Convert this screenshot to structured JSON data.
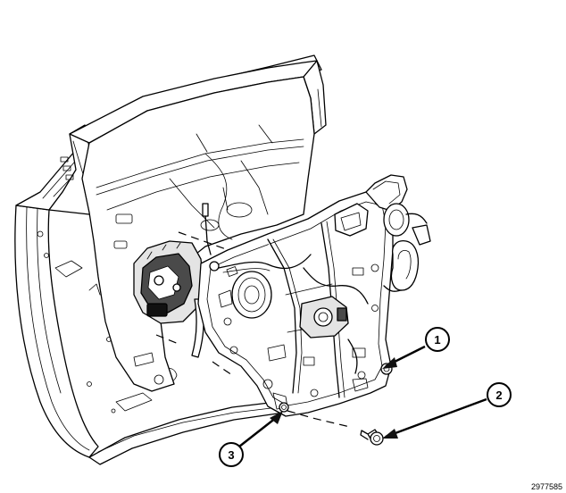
{
  "callouts": [
    {
      "label": "1"
    },
    {
      "label": "2"
    },
    {
      "label": "3"
    }
  ],
  "figure_id": "2977585"
}
